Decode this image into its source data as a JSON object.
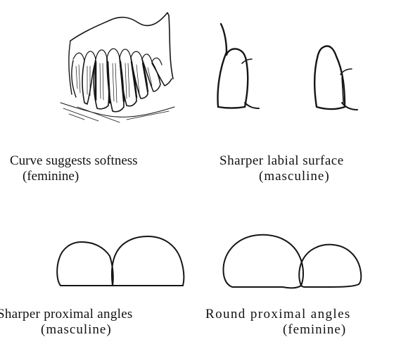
{
  "panels": [
    {
      "id": "curve-feminine",
      "caption_line1": "Curve suggests softness",
      "caption_line2": "(feminine)"
    },
    {
      "id": "sharper-labial",
      "caption_line1": "Sharper labial surface",
      "caption_line2": "(masculine)"
    },
    {
      "id": "sharper-proximal",
      "caption_line1": "Sharper proximal angles",
      "caption_line2": "(masculine)"
    },
    {
      "id": "round-proximal",
      "caption_line1": "Round proximal angles",
      "caption_line2": "(feminine)"
    }
  ]
}
